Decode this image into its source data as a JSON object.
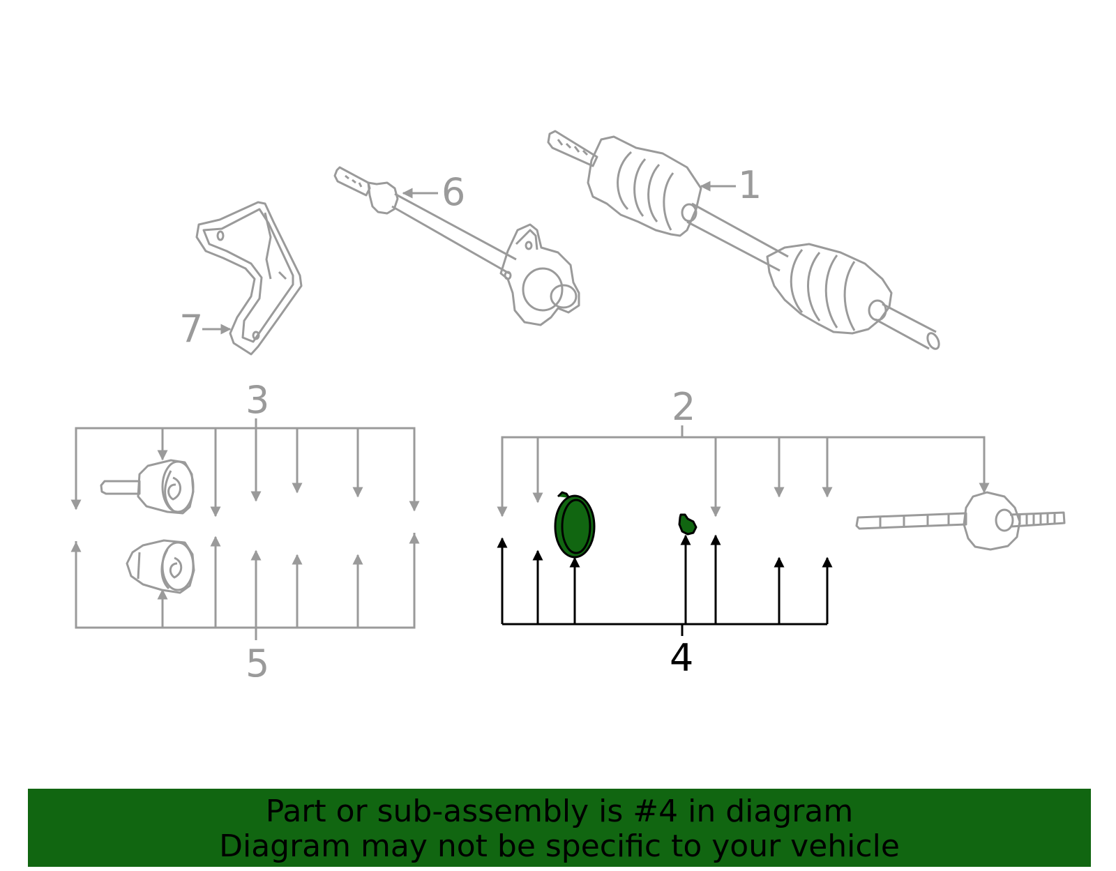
{
  "diagram": {
    "callouts": {
      "c1": "1",
      "c2": "2",
      "c3": "3",
      "c4": "4",
      "c5": "5",
      "c6": "6",
      "c7": "7"
    },
    "highlighted_callout": "4"
  },
  "banner": {
    "line1": "Part or sub-assembly is #4 in diagram",
    "line2": "Diagram may not be specific to your vehicle"
  },
  "colors": {
    "line_gray": "#9a9a9a",
    "highlight_fill": "#116611",
    "highlight_stroke": "#000000",
    "banner_bg": "#116611",
    "banner_text": "#000000"
  }
}
